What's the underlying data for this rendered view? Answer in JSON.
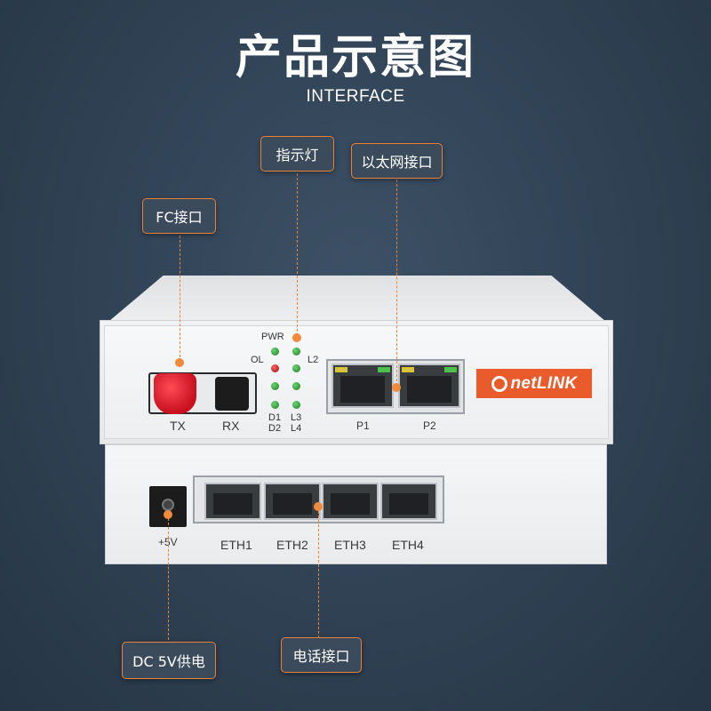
{
  "header": {
    "title": "产品示意图",
    "subtitle": "INTERFACE"
  },
  "callouts": {
    "fc": "FC接口",
    "indicator": "指示灯",
    "ethernet": "以太网接口",
    "dc": "DC 5V供电",
    "phone": "电话接口"
  },
  "device": {
    "fc_tx": "TX",
    "fc_rx": "RX",
    "led_pwr": "PWR",
    "led_ol": "OL",
    "led_l2": "L2",
    "led_d1": "D1",
    "led_d2": "D2",
    "led_l3": "L3",
    "led_l4": "L4",
    "port_p1": "P1",
    "port_p2": "P2",
    "brand": "netLINK",
    "dc_label": "+5V",
    "eth1": "ETH1",
    "eth2": "ETH2",
    "eth3": "ETH3",
    "eth4": "ETH4"
  },
  "colors": {
    "accent": "#e8833a",
    "background": "#2f4153",
    "brand": "#e95b2a"
  }
}
